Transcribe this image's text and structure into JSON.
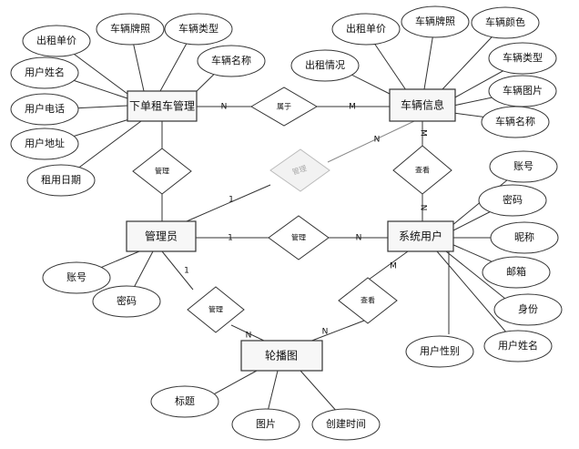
{
  "entities": {
    "order": "下单租车管理",
    "vehicle": "车辆信息",
    "admin": "管理员",
    "sysuser": "系统用户",
    "carousel": "轮播图"
  },
  "attributes": {
    "order": [
      "出租单价",
      "车辆牌照",
      "车辆类型",
      "车辆名称",
      "用户姓名",
      "用户电话",
      "用户地址",
      "租用日期"
    ],
    "vehicle": [
      "出租单价",
      "车辆牌照",
      "车辆颜色",
      "出租情况",
      "车辆类型",
      "车辆图片",
      "车辆名称"
    ],
    "admin": [
      "账号",
      "密码"
    ],
    "sysuser": [
      "账号",
      "密码",
      "昵称",
      "邮箱",
      "身份",
      "用户姓名",
      "用户性别"
    ],
    "carousel": [
      "标题",
      "图片",
      "创建时间"
    ]
  },
  "relationships": {
    "belongs": "属于",
    "manage_order": "管理",
    "manage_vehicle": "管理",
    "manage_user": "管理",
    "manage_carousel": "管理",
    "view_vehicle": "查看",
    "view_carousel": "查看"
  },
  "cardinalities": {
    "belongs_order": "N",
    "belongs_vehicle": "M",
    "manage_vehicle_admin": "1",
    "manage_vehicle_vehicle": "N",
    "manage_user_admin": "1",
    "manage_user_user": "N",
    "view_vehicle_vehicle": "M",
    "view_vehicle_user": "N",
    "manage_carousel_admin": "1",
    "manage_carousel_carousel": "N",
    "view_carousel_user": "M",
    "view_carousel_carousel": "N"
  }
}
